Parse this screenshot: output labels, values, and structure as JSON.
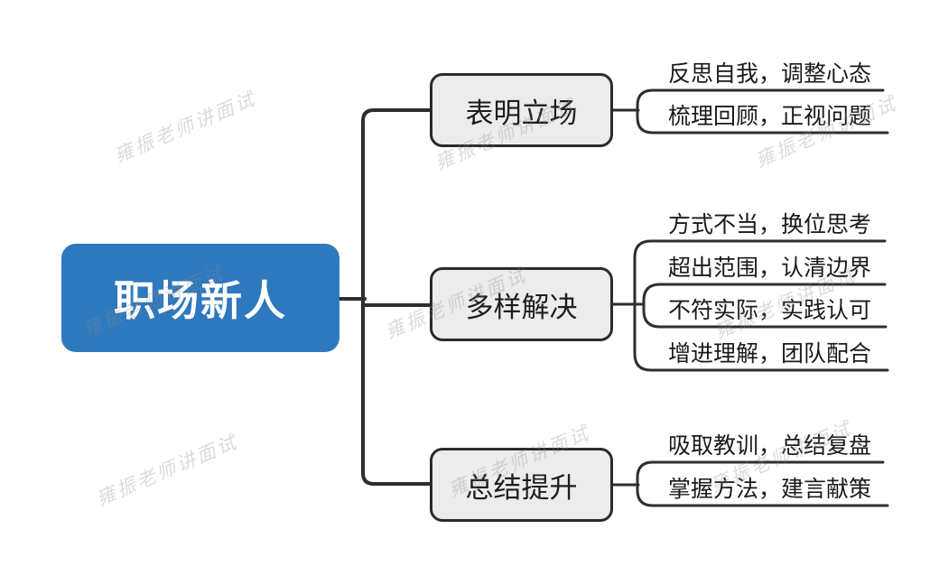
{
  "root": {
    "label": "职场新人"
  },
  "branches": [
    {
      "label": "表明立场",
      "leaves": [
        "反思自我，调整心态",
        "梳理回顾，正视问题"
      ]
    },
    {
      "label": "多样解决",
      "leaves": [
        "方式不当，换位思考",
        "超出范围，认清边界",
        "不符实际，实践认可",
        "增进理解，团队配合"
      ]
    },
    {
      "label": "总结提升",
      "leaves": [
        "吸取教训，总结复盘",
        "掌握方法，建言献策"
      ]
    }
  ],
  "watermark": {
    "text": "雍振老师讲面试"
  },
  "colors": {
    "background": "#ffffff",
    "root_fill": "#2e78be",
    "root_text": "#ffffff",
    "branch_fill": "#ececec",
    "branch_border": "#2b2b2b",
    "line": "#2e2e2e",
    "leaf_text": "#1a1a1a",
    "watermark": "#8c8c8c"
  }
}
